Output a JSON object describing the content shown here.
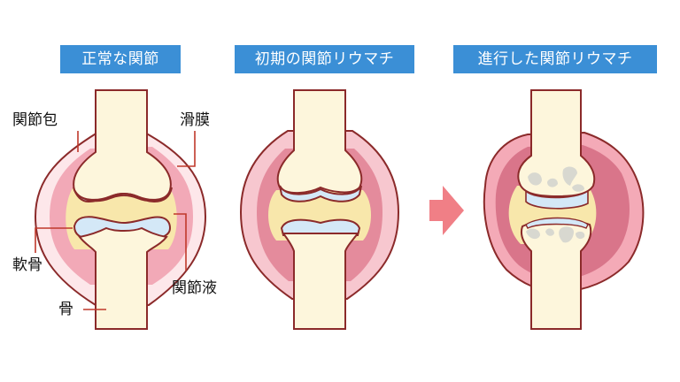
{
  "headers": [
    "正常な関節",
    "初期の関節リウマチ",
    "進行した関節リウマチ"
  ],
  "labels": {
    "capsule": "関節包",
    "synovium": "滑膜",
    "cartilage": "軟骨",
    "fluid": "関節液",
    "bone": "骨"
  },
  "colors": {
    "header_bg": "#3b8fd6",
    "outline": "#8b2a2a",
    "bone": "#fdf6dc",
    "cartilage": "#d4e8f7",
    "synovial_fluid": "#f8e7ab",
    "synovium_normal": "#f2a9b7",
    "synovium_inflamed": "#d9758a",
    "capsule_outer": "#fde7ea",
    "arrow": "#f07f86",
    "label_line": "#c0392b",
    "erosion": "#d8d8d0"
  },
  "icons": [
    "arrow-right-icon"
  ]
}
